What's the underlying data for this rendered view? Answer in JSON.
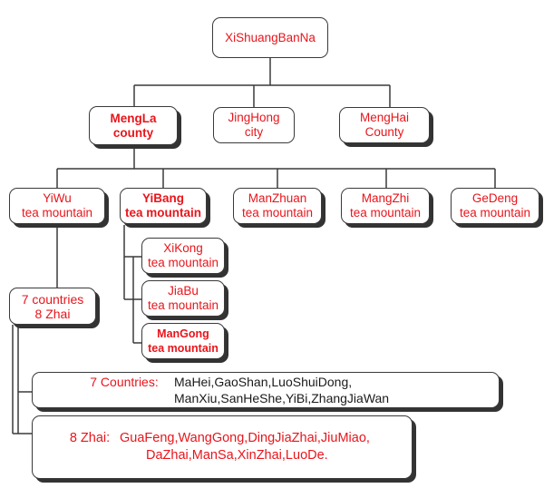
{
  "colors": {
    "red_text": "#e8151b",
    "dark_text": "#1a1a1a",
    "line": "#3a3a3a"
  },
  "root": {
    "label": "XiShuangBanNa"
  },
  "level2": {
    "mengla": [
      "MengLa",
      "county"
    ],
    "jinghong": [
      "JingHong",
      "city"
    ],
    "menghai": [
      "MengHai",
      "County"
    ]
  },
  "mountains": {
    "yiwu": [
      "YiWu",
      "tea mountain"
    ],
    "yibang": [
      "YiBang",
      "tea mountain"
    ],
    "manzhuan": [
      "ManZhuan",
      "tea mountain"
    ],
    "mangzhi": [
      "MangZhi",
      "tea mountain"
    ],
    "gedeng": [
      "GeDeng",
      "tea mountain"
    ]
  },
  "yibang_children": {
    "xikong": [
      "XiKong",
      "tea mountain"
    ],
    "jiabu": [
      "JiaBu",
      "tea mountain"
    ],
    "mangong": [
      "ManGong",
      "tea mountain"
    ]
  },
  "yiwu_child": [
    "7 countries",
    "8 Zhai"
  ],
  "countries_detail": {
    "label": "7 Countries:",
    "line1": "MaHei,GaoShan,LuoShuiDong,",
    "line2": "ManXiu,SanHeShe,YiBi,ZhangJiaWan"
  },
  "zhai_detail": {
    "label": "8 Zhai:",
    "line1": "GuaFeng,WangGong,DingJiaZhai,JiuMiao,",
    "line2": "DaZhai,ManSa,XinZhai,LuoDe."
  }
}
